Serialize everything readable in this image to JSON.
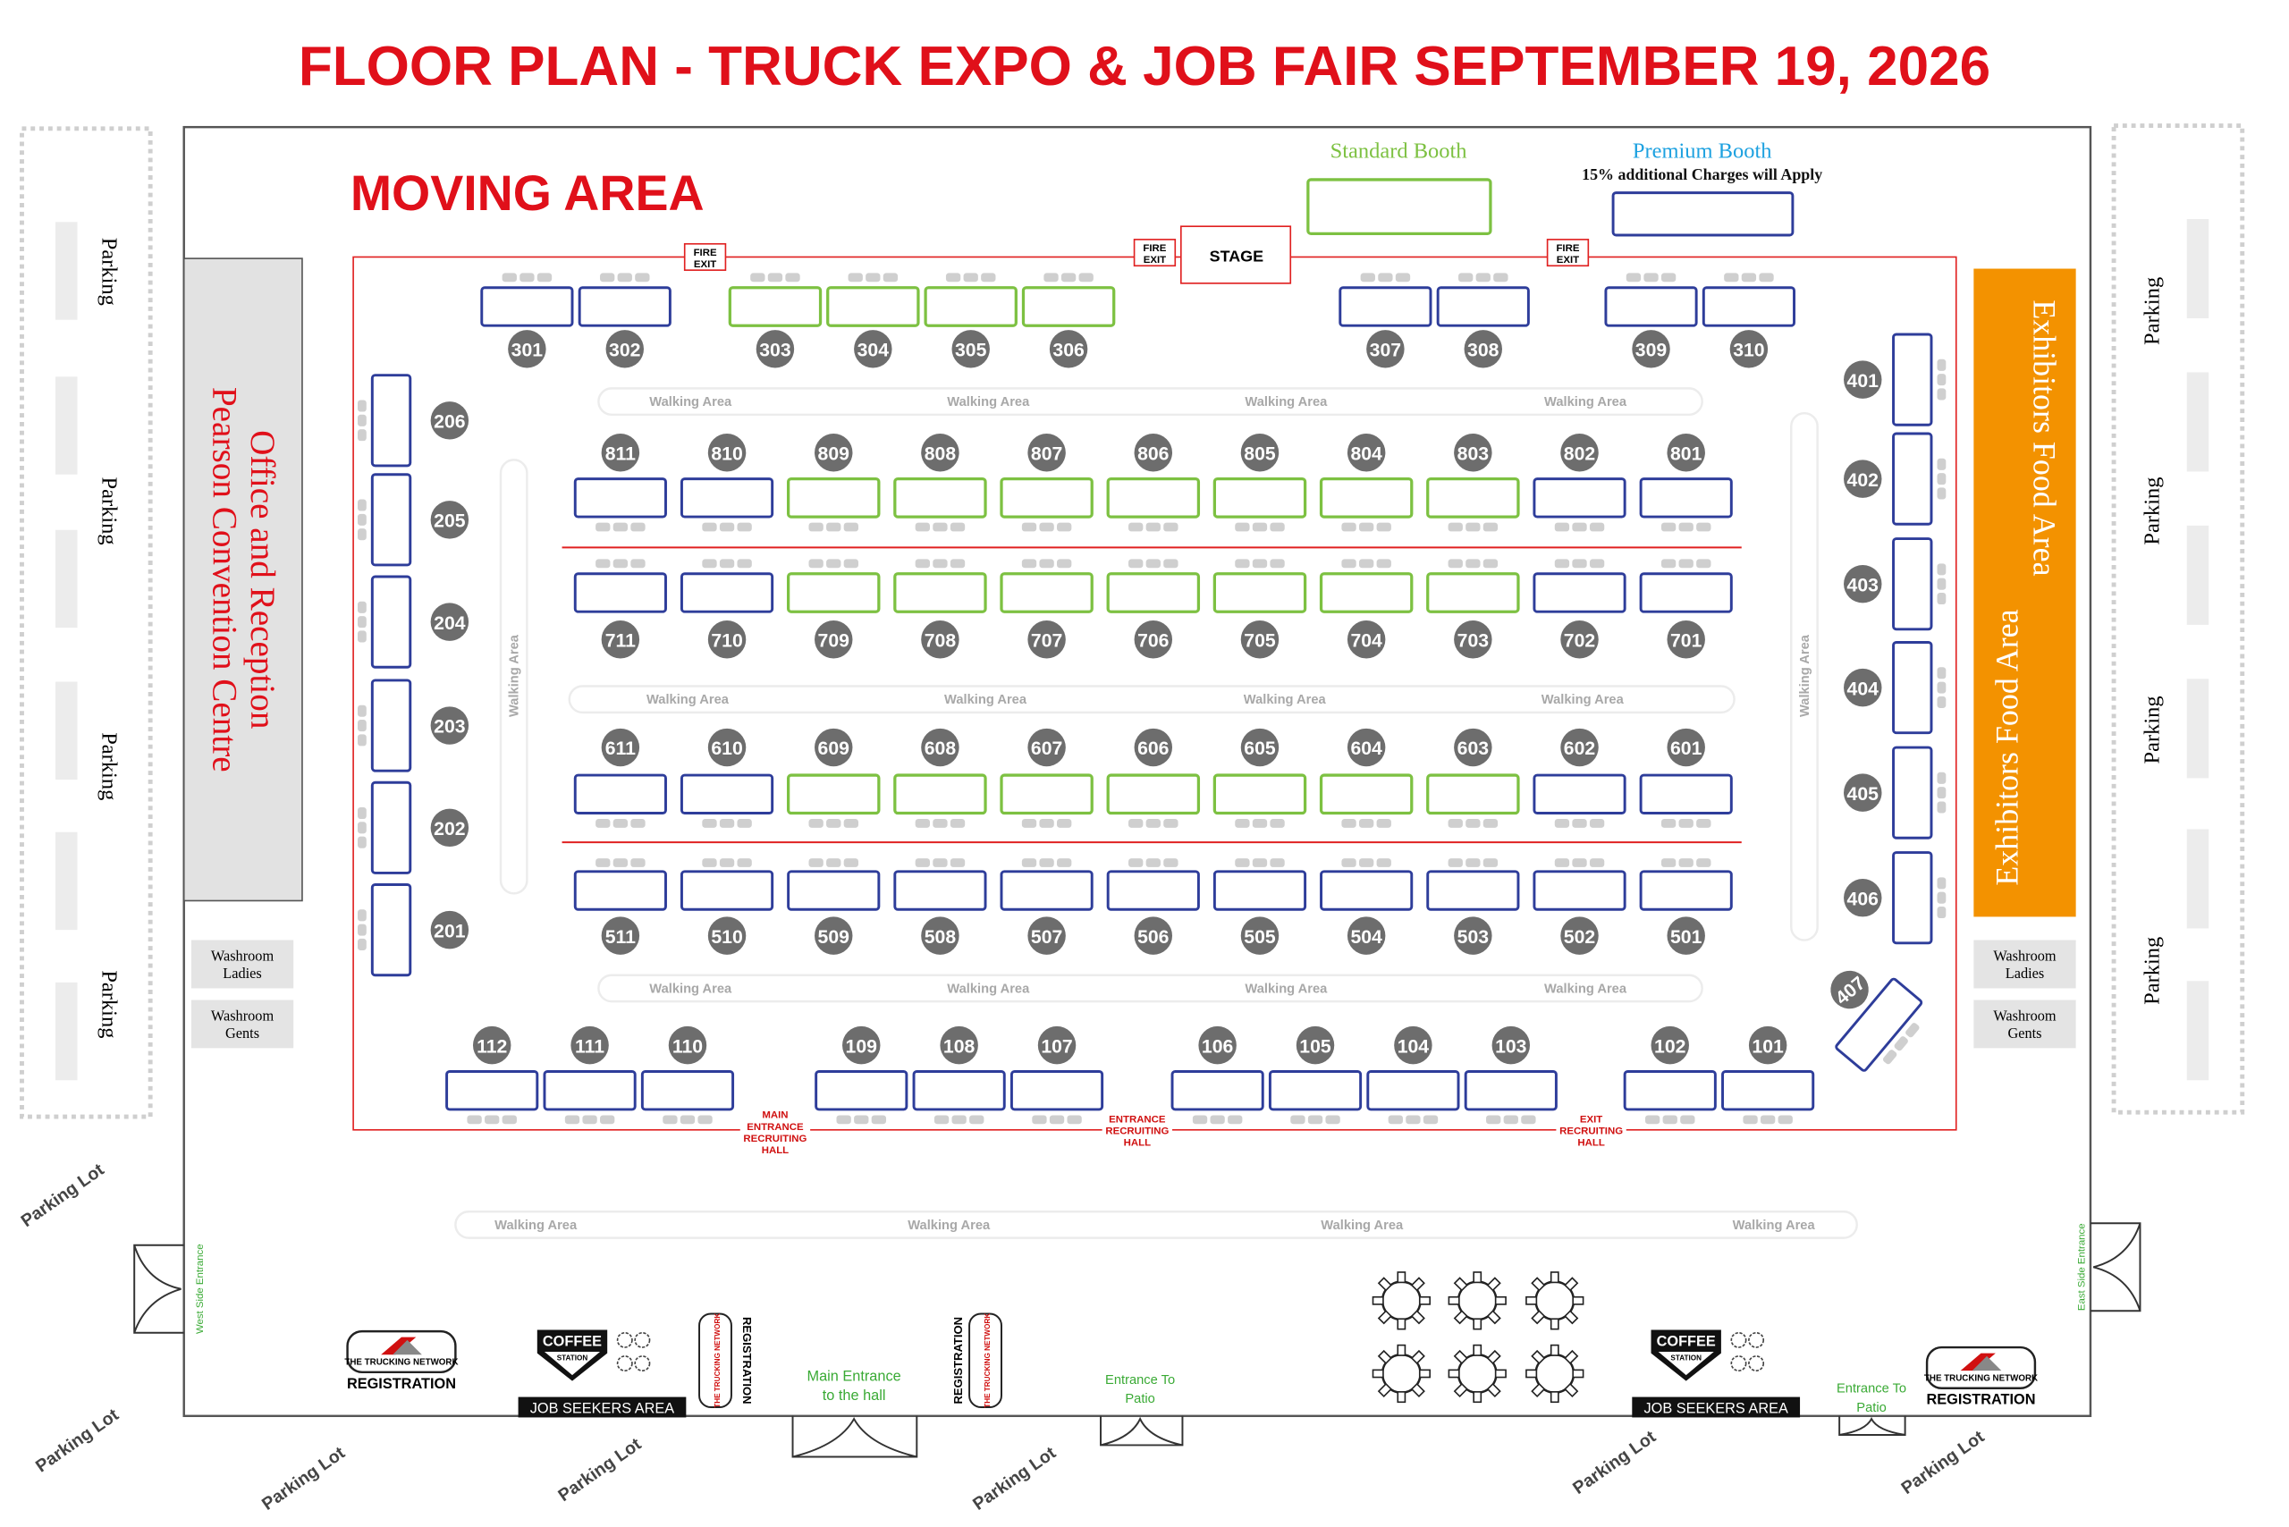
{
  "title": "FLOOR PLAN - TRUCK EXPO & JOB FAIR SEPTEMBER 19, 2026",
  "moving_area": "MOVING AREA",
  "legend": {
    "standard_label": "Standard Booth",
    "premium_label": "Premium Booth",
    "premium_note": "15% additional Charges will Apply"
  },
  "colors": {
    "title": "#e0101a",
    "standard": "#7dc142",
    "premium": "#2e3d9a",
    "food": "#f39200",
    "premium_text": "#1da1e0"
  },
  "stage": "STAGE",
  "fire_exit": [
    "FIRE",
    "EXIT"
  ],
  "office": [
    "Office and Reception",
    "Pearson Convention Centre"
  ],
  "food_area": [
    "Exhibitors Food Area",
    "Exhibitors Food Area"
  ],
  "washrooms": {
    "ladies": [
      "Washroom",
      "Ladies"
    ],
    "gents": [
      "Washroom",
      "Gents"
    ]
  },
  "parking": "Parking",
  "parking_lot": "Parking Lot",
  "walking_area": "Walking Area",
  "entrances": {
    "main_recruiting": [
      "MAIN",
      "ENTRANCE",
      "RECRUITING",
      "HALL"
    ],
    "recruiting": [
      "ENTRANCE",
      "RECRUITING",
      "HALL"
    ],
    "exit_recruiting": [
      "EXIT",
      "RECRUITING",
      "HALL"
    ],
    "main_hall": [
      "Main Entrance",
      "to the hall"
    ],
    "patio": [
      "Entrance To",
      "Patio"
    ],
    "west": "West Side Entrance",
    "east": "East Side Entrance"
  },
  "registration": "REGISTRATION",
  "network_logo": "THE TRUCKING NETWORK",
  "coffee": [
    "COFFEE",
    "STATION"
  ],
  "job_seekers": "JOB SEEKERS AREA",
  "booths": {
    "row300": [
      [
        "301",
        "premium"
      ],
      [
        "302",
        "premium"
      ],
      [
        "303",
        "standard"
      ],
      [
        "304",
        "standard"
      ],
      [
        "305",
        "standard"
      ],
      [
        "306",
        "standard"
      ],
      [
        "307",
        "premium"
      ],
      [
        "308",
        "premium"
      ],
      [
        "309",
        "premium"
      ],
      [
        "310",
        "premium"
      ]
    ],
    "row800": [
      [
        "811",
        "premium"
      ],
      [
        "810",
        "premium"
      ],
      [
        "809",
        "standard"
      ],
      [
        "808",
        "standard"
      ],
      [
        "807",
        "standard"
      ],
      [
        "806",
        "standard"
      ],
      [
        "805",
        "standard"
      ],
      [
        "804",
        "standard"
      ],
      [
        "803",
        "standard"
      ],
      [
        "802",
        "premium"
      ],
      [
        "801",
        "premium"
      ]
    ],
    "row700": [
      [
        "711",
        "premium"
      ],
      [
        "710",
        "premium"
      ],
      [
        "709",
        "standard"
      ],
      [
        "708",
        "standard"
      ],
      [
        "707",
        "standard"
      ],
      [
        "706",
        "standard"
      ],
      [
        "705",
        "standard"
      ],
      [
        "704",
        "standard"
      ],
      [
        "703",
        "standard"
      ],
      [
        "702",
        "premium"
      ],
      [
        "701",
        "premium"
      ]
    ],
    "row600": [
      [
        "611",
        "premium"
      ],
      [
        "610",
        "premium"
      ],
      [
        "609",
        "standard"
      ],
      [
        "608",
        "standard"
      ],
      [
        "607",
        "standard"
      ],
      [
        "606",
        "standard"
      ],
      [
        "605",
        "standard"
      ],
      [
        "604",
        "standard"
      ],
      [
        "603",
        "standard"
      ],
      [
        "602",
        "premium"
      ],
      [
        "601",
        "premium"
      ]
    ],
    "row500": [
      [
        "511",
        "premium"
      ],
      [
        "510",
        "premium"
      ],
      [
        "509",
        "premium"
      ],
      [
        "508",
        "premium"
      ],
      [
        "507",
        "premium"
      ],
      [
        "506",
        "premium"
      ],
      [
        "505",
        "premium"
      ],
      [
        "504",
        "premium"
      ],
      [
        "503",
        "premium"
      ],
      [
        "502",
        "premium"
      ],
      [
        "501",
        "premium"
      ]
    ],
    "row200": [
      [
        "206",
        "premium"
      ],
      [
        "205",
        "premium"
      ],
      [
        "204",
        "premium"
      ],
      [
        "203",
        "premium"
      ],
      [
        "202",
        "premium"
      ],
      [
        "201",
        "premium"
      ]
    ],
    "row400": [
      [
        "401",
        "premium"
      ],
      [
        "402",
        "premium"
      ],
      [
        "403",
        "premium"
      ],
      [
        "404",
        "premium"
      ],
      [
        "405",
        "premium"
      ],
      [
        "406",
        "premium"
      ]
    ],
    "booth407": [
      "407",
      "premium"
    ],
    "row100": [
      [
        "112",
        "premium"
      ],
      [
        "111",
        "premium"
      ],
      [
        "110",
        "premium"
      ],
      [
        "109",
        "premium"
      ],
      [
        "108",
        "premium"
      ],
      [
        "107",
        "premium"
      ],
      [
        "106",
        "premium"
      ],
      [
        "105",
        "premium"
      ],
      [
        "104",
        "premium"
      ],
      [
        "103",
        "premium"
      ],
      [
        "102",
        "premium"
      ],
      [
        "101",
        "premium"
      ]
    ]
  }
}
